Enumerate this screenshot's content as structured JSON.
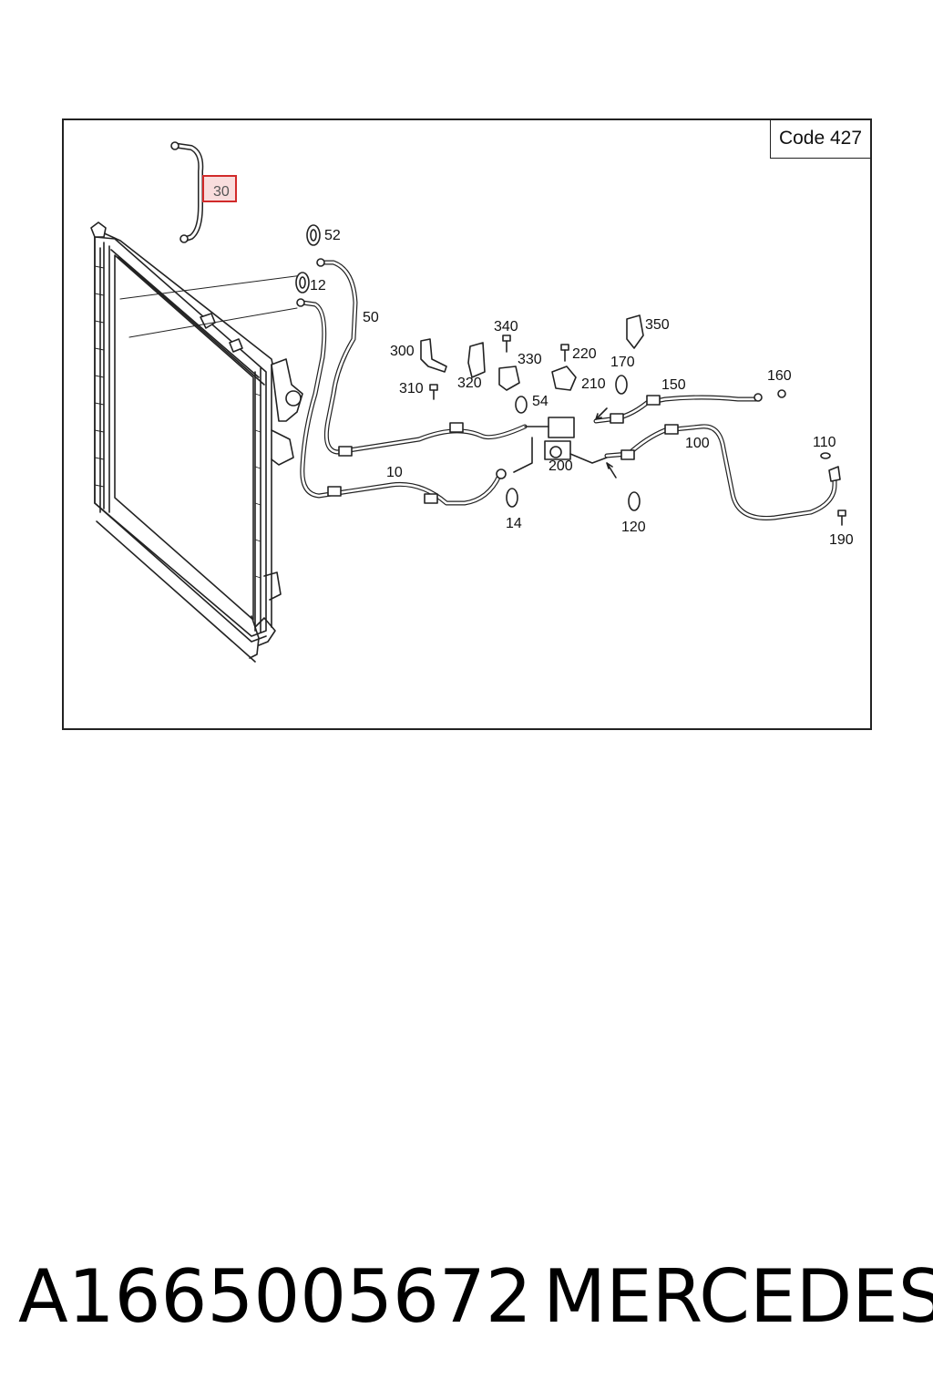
{
  "diagram": {
    "code_label": "Code 427",
    "highlighted_part": "30",
    "parts": [
      {
        "id": "p30",
        "label": "30"
      },
      {
        "id": "p52",
        "label": "52"
      },
      {
        "id": "p12",
        "label": "12"
      },
      {
        "id": "p50",
        "label": "50"
      },
      {
        "id": "p300",
        "label": "300"
      },
      {
        "id": "p340",
        "label": "340"
      },
      {
        "id": "p330",
        "label": "330"
      },
      {
        "id": "p220",
        "label": "220"
      },
      {
        "id": "p350",
        "label": "350"
      },
      {
        "id": "p170",
        "label": "170"
      },
      {
        "id": "p310",
        "label": "310"
      },
      {
        "id": "p320",
        "label": "320"
      },
      {
        "id": "p210",
        "label": "210"
      },
      {
        "id": "p54",
        "label": "54"
      },
      {
        "id": "p150",
        "label": "150"
      },
      {
        "id": "p160",
        "label": "160"
      },
      {
        "id": "p100",
        "label": "100"
      },
      {
        "id": "p110",
        "label": "110"
      },
      {
        "id": "p10",
        "label": "10"
      },
      {
        "id": "p200",
        "label": "200"
      },
      {
        "id": "p14",
        "label": "14"
      },
      {
        "id": "p120",
        "label": "120"
      },
      {
        "id": "p190",
        "label": "190"
      }
    ]
  },
  "footer": {
    "part_number": "A1665005672",
    "brand": "MERCEDES"
  }
}
